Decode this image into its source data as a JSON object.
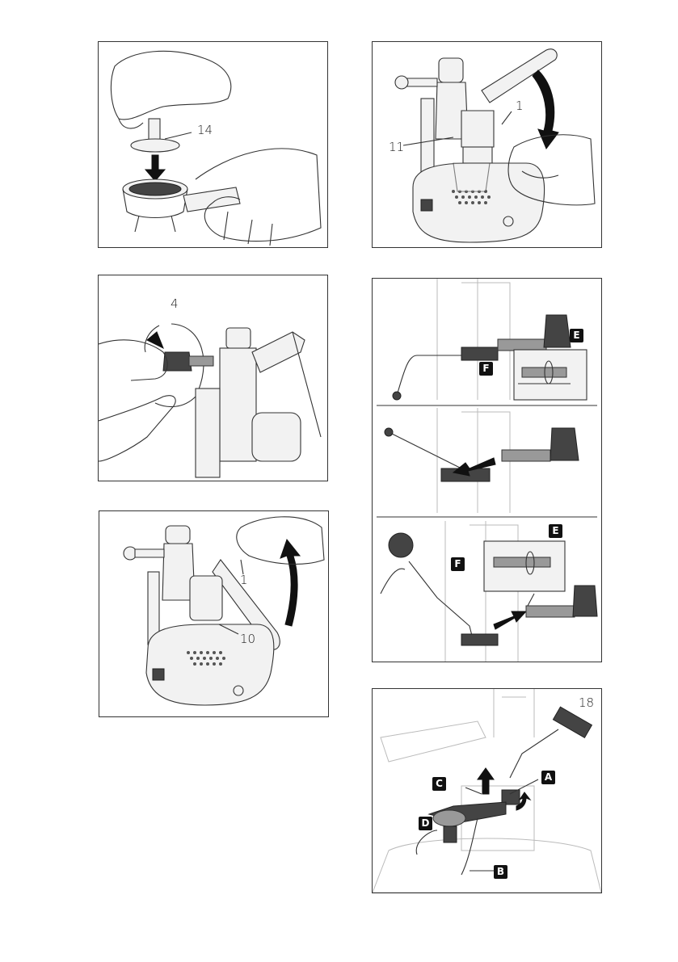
{
  "figures": {
    "tamper": {
      "callout": "14"
    },
    "lever_down": {
      "callouts": [
        "1",
        "11"
      ]
    },
    "knob": {
      "callout": "4"
    },
    "steam_wand": {
      "labels": [
        "E",
        "F",
        "E",
        "F"
      ]
    },
    "lever_up": {
      "callouts": [
        "1",
        "10"
      ]
    },
    "cappuccino": {
      "labels": [
        "18",
        "A",
        "B",
        "C",
        "D"
      ]
    }
  },
  "colors": {
    "line": "#333333",
    "dark": "#444444",
    "frame": "#333333"
  }
}
